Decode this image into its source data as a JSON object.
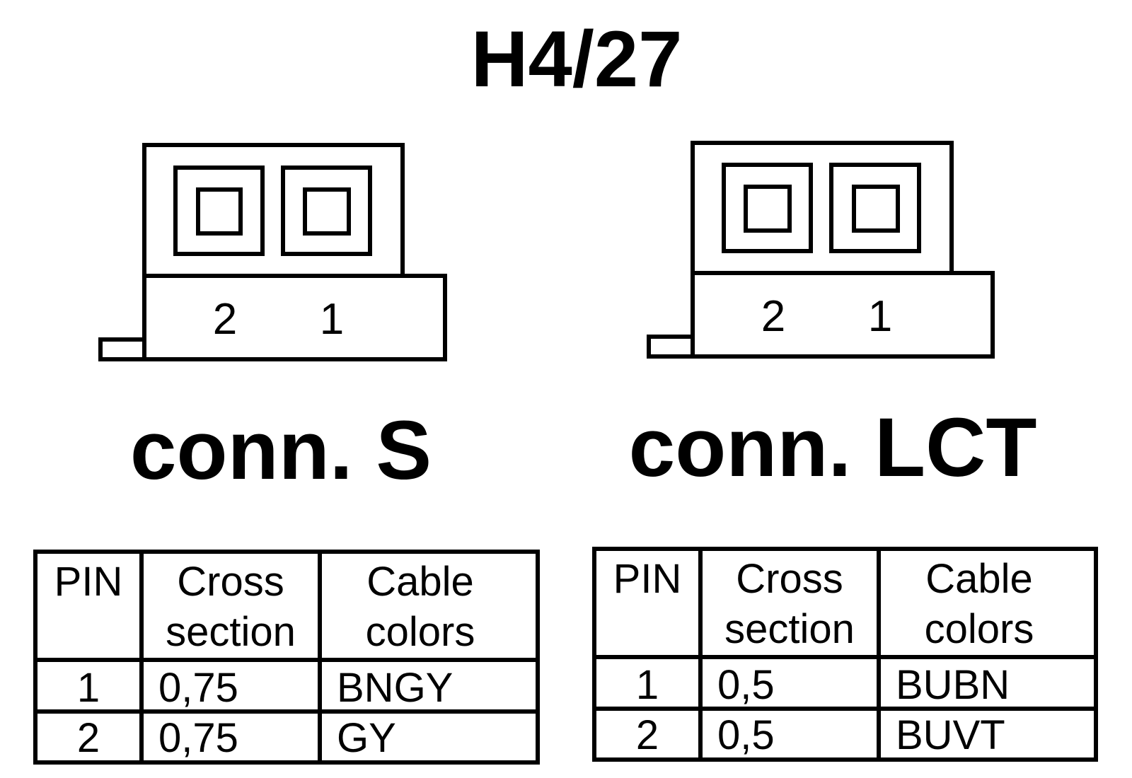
{
  "title": "H4/27",
  "connectors": [
    {
      "label": "conn. S",
      "pin_labels": [
        "2",
        "1"
      ],
      "table": {
        "headers": {
          "pin": "PIN",
          "cross_line1": "Cross",
          "cross_line2": "section",
          "colors_line1": "Cable",
          "colors_line2": "colors"
        },
        "rows": [
          {
            "pin": "1",
            "cross_section": "0,75",
            "cable_colors": "BNGY"
          },
          {
            "pin": "2",
            "cross_section": "0,75",
            "cable_colors": "GY"
          }
        ]
      }
    },
    {
      "label": "conn. LCT",
      "pin_labels": [
        "2",
        "1"
      ],
      "table": {
        "headers": {
          "pin": "PIN",
          "cross_line1": "Cross",
          "cross_line2": "section",
          "colors_line1": "Cable",
          "colors_line2": "colors"
        },
        "rows": [
          {
            "pin": "1",
            "cross_section": "0,5",
            "cable_colors": "BUBN"
          },
          {
            "pin": "2",
            "cross_section": "0,5",
            "cable_colors": "BUVT"
          }
        ]
      }
    }
  ]
}
